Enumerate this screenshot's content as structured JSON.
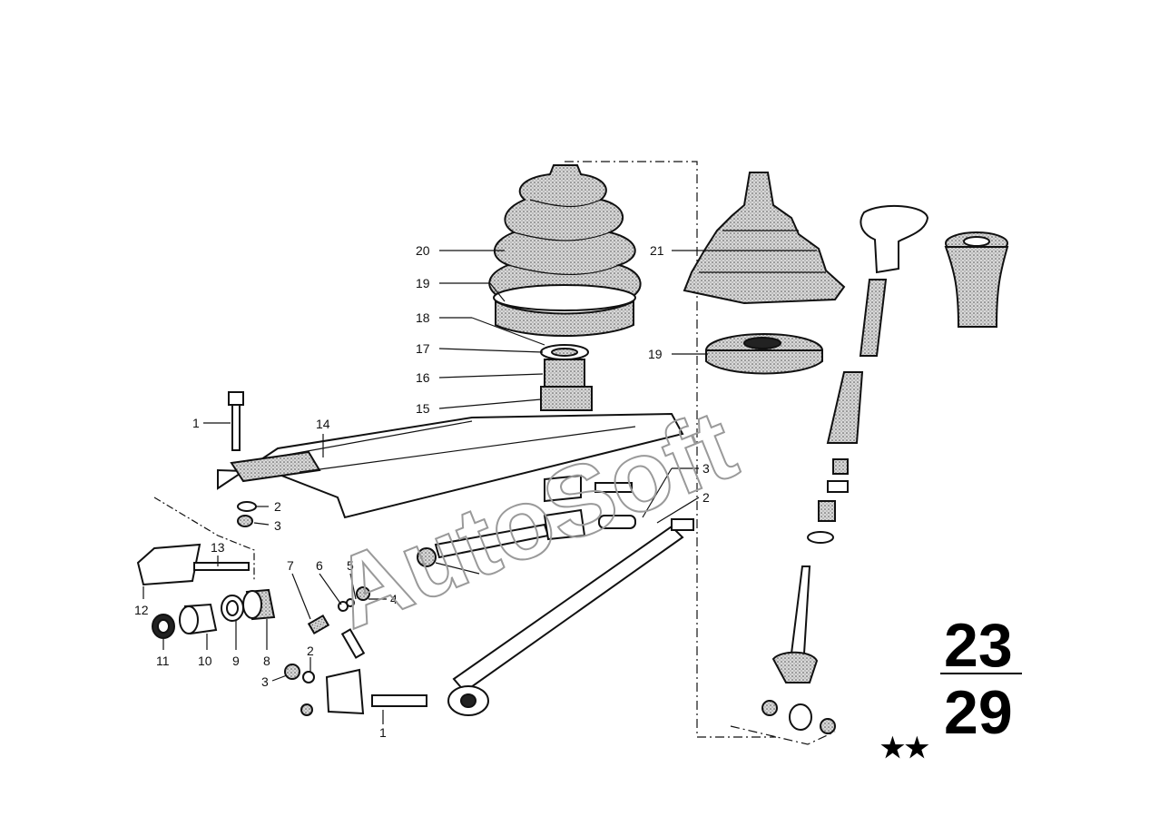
{
  "diagram": {
    "callouts": {
      "c20": "20",
      "c19a": "19",
      "c18": "18",
      "c17": "17",
      "c16": "16",
      "c15": "15",
      "c21": "21",
      "c19b": "19",
      "c1a": "1",
      "c14": "14",
      "c2a": "2",
      "c3a": "3",
      "c13": "13",
      "c12": "12",
      "c11": "11",
      "c10": "10",
      "c9": "9",
      "c8": "8",
      "c7": "7",
      "c6": "6",
      "c5": "5",
      "c4": "4",
      "c2b": "2",
      "c3b": "3",
      "c1b": "1",
      "c3c": "3",
      "c2c": "2"
    },
    "group_number": {
      "top": "23",
      "bottom": "29"
    },
    "stars": "★★",
    "watermark": "AutoSoft"
  },
  "colors": {
    "line": "#111111",
    "stipple_fill": "#c9c9c9",
    "background": "#ffffff",
    "watermark": "#9a9a9a"
  }
}
